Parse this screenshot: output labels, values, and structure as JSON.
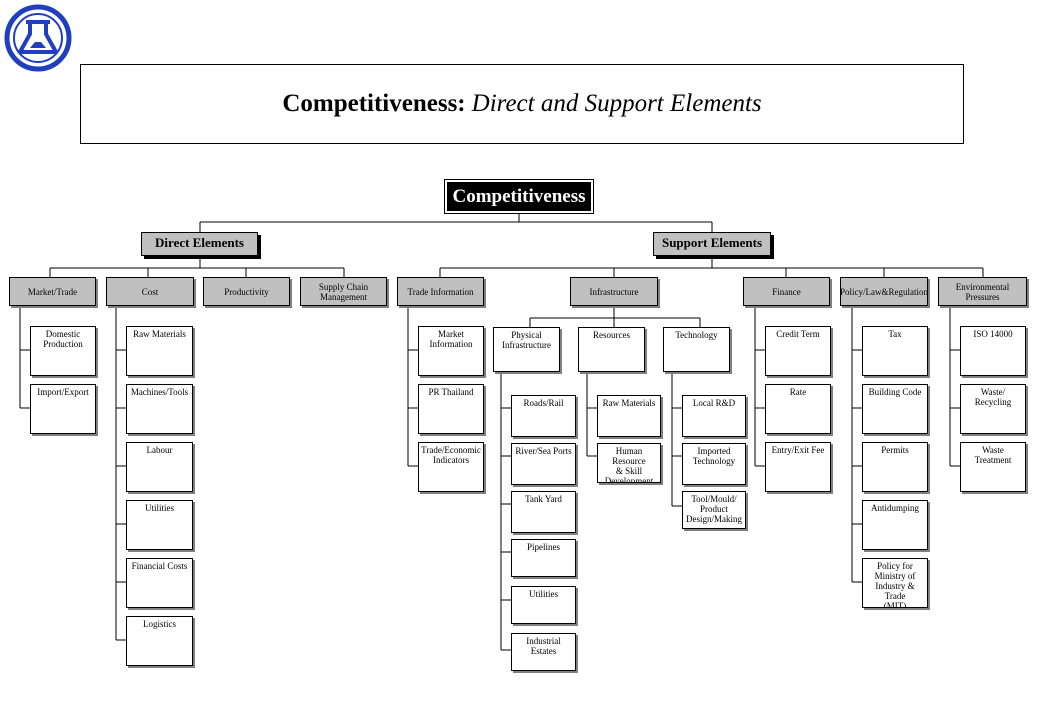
{
  "title": {
    "bold": "Competitiveness:",
    "italic": "Direct and Support Elements"
  },
  "colors": {
    "logo_blue": "#1f3fbf",
    "grey_box": "#c0c0c0",
    "shadow": "#808080"
  },
  "diagram": {
    "root": "Competitiveness",
    "direct": "Direct Elements",
    "support": "Support Elements",
    "market_trade": "Market/Trade",
    "cost": "Cost",
    "productivity": "Productivity",
    "supply_chain": "Supply Chain\nManagement",
    "trade_information": "Trade Information",
    "infrastructure": "Infrastructure",
    "finance": "Finance",
    "policy": "Policy/Law&Regulation",
    "environmental": "Environmental\nPressures",
    "domestic": "Domestic\nProduction",
    "import_export": "Import/Export",
    "raw_materials": "Raw Materials",
    "machines_tools": "Machines/Tools",
    "labour": "Labour",
    "utilities_cost": "Utilities",
    "financial_costs": "Financial Costs",
    "logistics": "Logistics",
    "market_information": "Market\nInformation",
    "pr_thailand": "PR Thailand",
    "trade_economic": "Trade/Economic\nIndicators",
    "physical": "Physical\nInfrastructure",
    "resources": "Resources",
    "technology": "Technology",
    "roads_rail": "Roads/Rail",
    "river_sea": "River/Sea Ports",
    "tank_yard": "Tank Yard",
    "pipelines": "Pipelines",
    "utilities_phys": "Utilities",
    "industrial_estates": "Industrial Estates",
    "res_raw": "Raw Materials",
    "human_resource": "Human Resource\n& Skill\nDevelopment",
    "local_rd": "Local R&D",
    "imported_tech": "Imported\nTechnology",
    "tool_mould": "Tool/Mould/\nProduct\nDesign/Making",
    "credit_term": "Credit Term",
    "rate": "Rate",
    "entry_exit": "Entry/Exit Fee",
    "tax": "Tax",
    "building_code": "Building Code",
    "permits": "Permits",
    "antidumping": "Antidumping",
    "policy_mit": "Policy for\nMinistry of\nIndustry & Trade\n(MIT)",
    "iso": "ISO 14000",
    "waste_recycling": "Waste/\nRecycling",
    "waste_treatment": "Waste\nTreatment"
  }
}
